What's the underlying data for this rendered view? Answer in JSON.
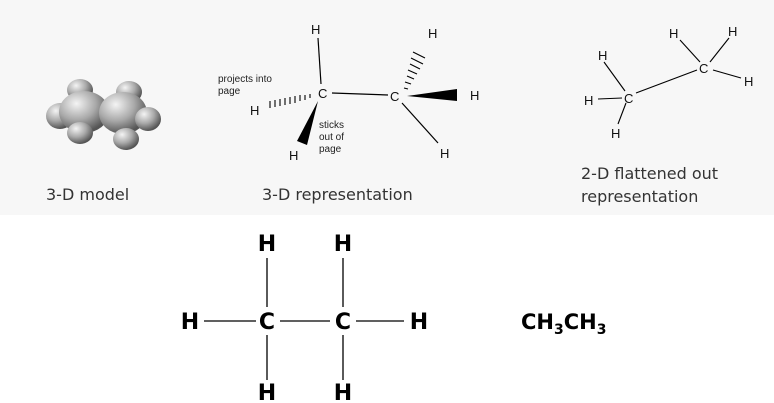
{
  "captions": {
    "model3d": "3-D model",
    "rep3d": "3-D representation",
    "rep2d_line1": "2-D flattened out",
    "rep2d_line2": "representation"
  },
  "notes": {
    "projects_line1": "projects into",
    "projects_line2": "page",
    "sticks_line1": "sticks",
    "sticks_line2": "out of",
    "sticks_line3": "page"
  },
  "atoms": {
    "hydrogen": "H",
    "carbon": "C"
  },
  "formula": {
    "ch": "CH",
    "sub": "3"
  }
}
